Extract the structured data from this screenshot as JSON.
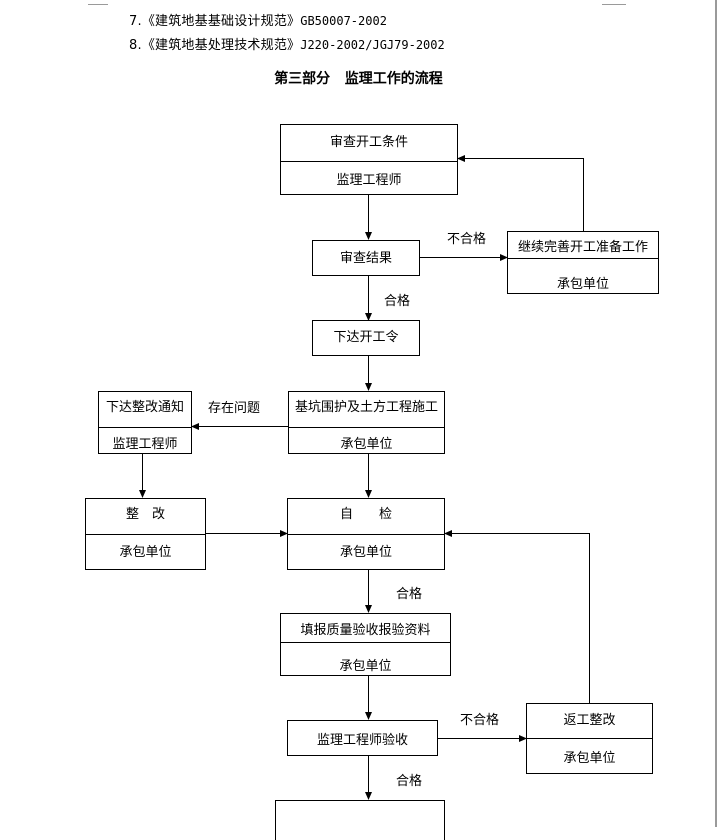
{
  "references": [
    {
      "num": "7.",
      "title": "《建筑地基基础设计规范》",
      "code": "GB50007-2002"
    },
    {
      "num": "8.",
      "title": "《建筑地基处理技术规范》",
      "code": "J220-2002/JGJ79-2002"
    }
  ],
  "section_heading": "第三部分   监理工作的流程",
  "flow": {
    "check_conditions": {
      "top": "审查开工条件",
      "bottom": "监理工程师"
    },
    "review_result": "审查结果",
    "continue_prep": {
      "top": "继续完善开工准备工作",
      "bottom": "承包单位"
    },
    "start_order": "下达开工令",
    "rectify_notice": {
      "top": "下达整改通知",
      "bottom": "监理工程师"
    },
    "pit_construction": {
      "top": "基坑围护及土方工程施工",
      "bottom": "承包单位"
    },
    "rectify": {
      "top": "整　改",
      "bottom": "承包单位"
    },
    "self_check": {
      "top": "自　　检",
      "bottom": "承包单位"
    },
    "quality_report": {
      "top": "填报质量验收报验资料",
      "bottom": "承包单位"
    },
    "engineer_acceptance": "监理工程师验收",
    "rework": {
      "top": "返工整改",
      "bottom": "承包单位"
    }
  },
  "edge_labels": {
    "fail_1": "不合格",
    "pass_1": "合格",
    "problem": "存在问题",
    "pass_2": "合格",
    "fail_2": "不合格",
    "pass_3": "合格"
  }
}
